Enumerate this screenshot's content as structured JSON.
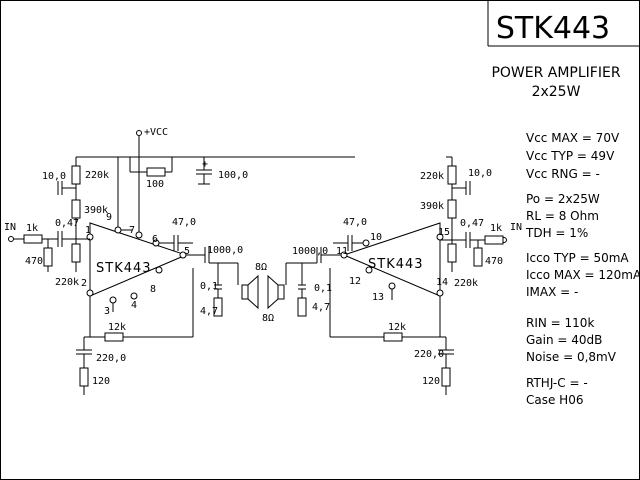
{
  "title": "STK443",
  "subtitle_line1": "POWER AMPLIFIER",
  "subtitle_line2": "2x25W",
  "supply_label": "+VCC",
  "chip_label": "STK443",
  "specs": [
    "Vcc MAX = 70V",
    "Vcc TYP = 49V",
    "Vcc RNG = -",
    "Po = 2x25W",
    "RL = 8 Ohm",
    "TDH = 1%",
    "Icco TYP = 50mA",
    "Icco MAX = 120mA",
    "IMAX = -",
    "RIN = 110k",
    "Gain = 40dB",
    "Noise = 0,8mV",
    "RTHJ-C = -",
    "Case H06"
  ],
  "left": {
    "in": "IN",
    "r_in": "1k",
    "c_in": "0,47",
    "r_gnd": "470",
    "r_bias_top": "220k",
    "c_dec": "10,0",
    "r_fb_top": "390k",
    "r_bias_bot": "220k",
    "c_boot": "47,0",
    "c_out": "1000,0",
    "c_zob": "0,1",
    "r_zob": "4,7",
    "spk": "8Ω",
    "r_fb": "12k",
    "c_fb": "220,0",
    "r_fb_gnd": "120",
    "r_supply": "100",
    "c_supply": "100,0",
    "pins": [
      "1",
      "2",
      "3",
      "4",
      "5",
      "6",
      "7",
      "8",
      "9"
    ]
  },
  "right": {
    "in": "IN",
    "r_in": "1k",
    "c_in": "0,47",
    "r_gnd": "470",
    "r_bias_top": "220k",
    "c_dec": "10,0",
    "r_fb_top": "390k",
    "r_bias_bot": "220k",
    "c_boot": "47,0",
    "c_out": "1000,0",
    "c_zob": "0,1",
    "r_zob": "4,7",
    "spk": "8Ω",
    "r_fb": "12k",
    "c_fb": "220,0",
    "r_fb_gnd": "120",
    "pins": [
      "10",
      "11",
      "12",
      "13",
      "14",
      "15"
    ]
  }
}
